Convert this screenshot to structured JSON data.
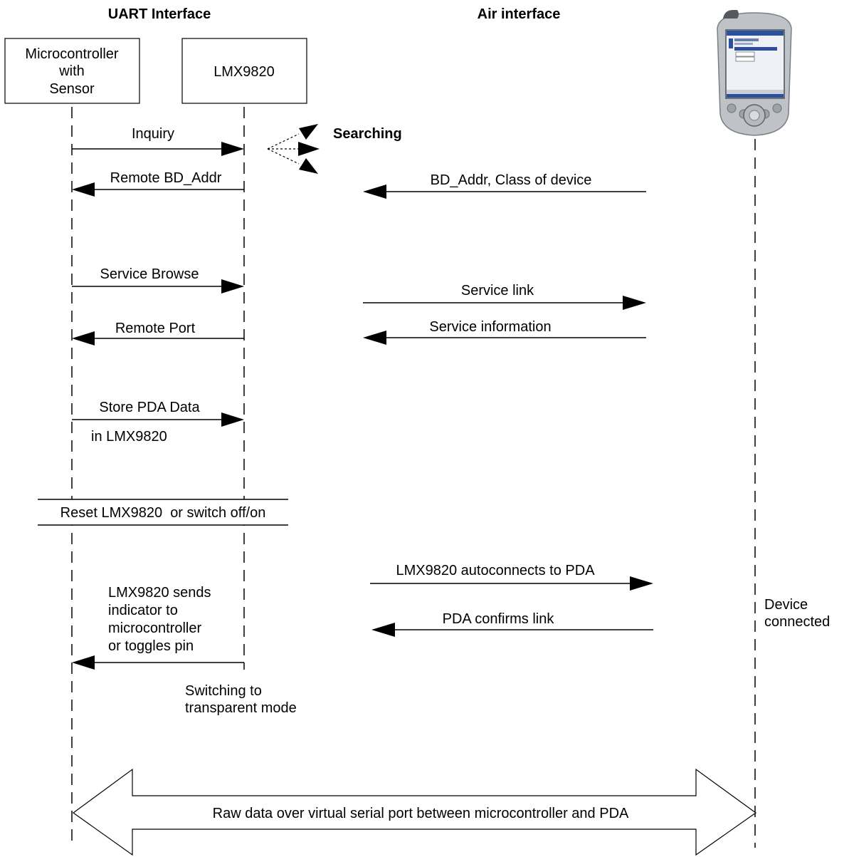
{
  "headers": {
    "uart": "UART Interface",
    "air": "Air interface"
  },
  "participants": {
    "micro": [
      "Microcontroller",
      "with",
      "Sensor"
    ],
    "lmx": "LMX9820"
  },
  "device_icon": "pda-device-icon",
  "uart_messages": {
    "inquiry": "Inquiry",
    "remote_bd_addr": "Remote BD_Addr",
    "service_browse": "Service Browse",
    "remote_port": "Remote Port",
    "store_pda_data": "Store PDA Data",
    "store_pda_data_2": "in LMX9820",
    "lmx_sends": [
      "LMX9820 sends",
      "indicator to",
      "microcontroller",
      "or toggles pin"
    ],
    "switching": [
      "Switching to",
      "transparent mode"
    ]
  },
  "searching": "Searching",
  "air_messages": {
    "bd_addr_class": "BD_Addr, Class of device",
    "service_link": "Service link",
    "service_information": "Service information",
    "autoconnect": "LMX9820 autoconnects to PDA",
    "pda_confirms": "PDA confirms link"
  },
  "reset_note": "Reset LMX9820  or switch off/on",
  "device_connected": [
    "Device",
    "connected"
  ],
  "raw_data": "Raw data over virtual serial port between microcontroller and PDA"
}
